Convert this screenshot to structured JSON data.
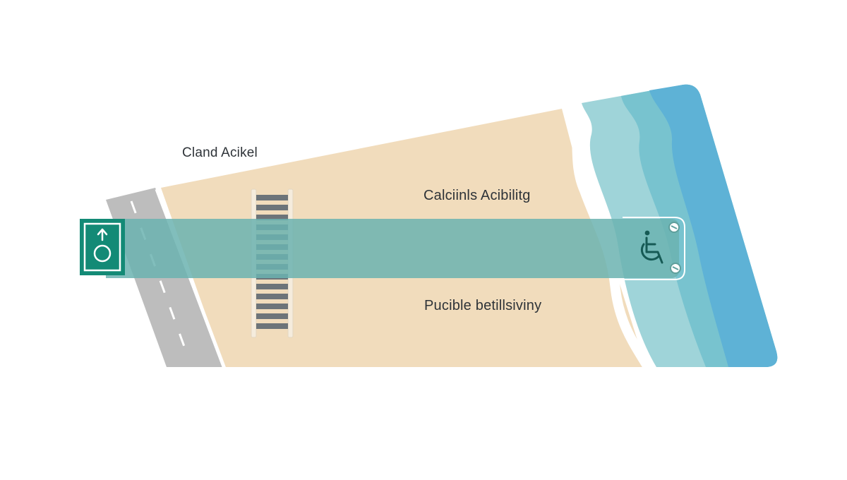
{
  "labels": {
    "top": "Cland Acikel",
    "middle": "Calciinls Acibilitg",
    "bottom": "Pucible betillsiviny"
  },
  "icons": {
    "entrance_sign": "entrance-arrow-sign-icon",
    "beach_sign": "wheelchair-accessible-icon",
    "sign_bolts": "bolt-icon"
  },
  "colors": {
    "sand": "#f1dcbc",
    "road": "#bdbdbd",
    "road_markings": "#ffffff",
    "walkway": "#6bb3b0",
    "sign_green": "#138a76",
    "crosswalk_rails": "#f5ecdd",
    "crosswalk_slats": "#6d7479",
    "shore_white": "#ffffff",
    "sea_light": "#9fd4d9",
    "sea_mid": "#78c3cf",
    "sea_deep": "#5eb2d6",
    "wheelchair_icon": "#165a55"
  }
}
